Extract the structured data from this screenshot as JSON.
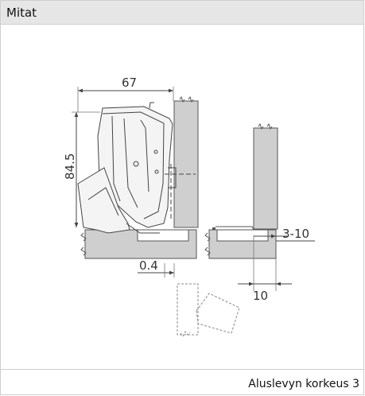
{
  "panel": {
    "title": "Mitat"
  },
  "drawing": {
    "dimensions": {
      "width": "67",
      "height": "84.5",
      "gap": "0.4",
      "overlay_range": "3-10",
      "distance": "10"
    }
  },
  "footer": {
    "text": "Aluslevyn korkeus 3"
  },
  "colors": {
    "header_bg": "#e6e6e6",
    "panel_fill": "#cfcfcf",
    "line": "#444444"
  }
}
